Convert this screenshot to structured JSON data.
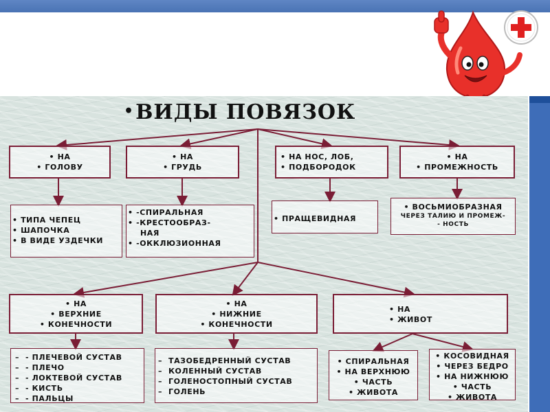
{
  "title": "ВИДЫ   ПОВЯЗОК",
  "logo": {
    "icon": "red-cross-icon",
    "cross_color": "#e02020",
    "drop_color": "#e8302a"
  },
  "top_categories": [
    {
      "lines": [
        "НА",
        "ГОЛОВУ"
      ]
    },
    {
      "lines": [
        "НА",
        "ГРУДЬ"
      ]
    },
    {
      "lines": [
        "НА НОС, ЛОБ,",
        "ПОДБОРОДОК"
      ]
    },
    {
      "lines": [
        "НА",
        "ПРОМЕЖНОСТЬ"
      ]
    }
  ],
  "top_details": [
    {
      "lines": [
        "ТИПА ЧЕПЕЦ",
        "ШАПОЧКА",
        "В ВИДЕ УЗДЕЧКИ"
      ]
    },
    {
      "lines": [
        "-СПИРАЛЬНАЯ",
        "-КРЕСТООБРАЗ-",
        "  НАЯ",
        "-ОККЛЮЗИОННАЯ"
      ]
    },
    {
      "lines": [
        "ПРАЩЕВИДНАЯ"
      ]
    },
    {
      "lines": [
        "ВОСЬМИОБРАЗНАЯ",
        "ЧЕРЕЗ ТАЛИЮ И ПРОМЕЖ-",
        "-  НОСТЬ"
      ]
    }
  ],
  "bottom_categories": [
    {
      "lines": [
        "НА",
        "ВЕРХНИЕ",
        "КОНЕЧНОСТИ"
      ]
    },
    {
      "lines": [
        "НА",
        "НИЖНИЕ",
        "КОНЕЧНОСТИ"
      ]
    },
    {
      "lines": [
        "НА",
        "ЖИВОТ"
      ]
    }
  ],
  "bottom_details": [
    {
      "lines": [
        "- ПЛЕЧЕВОЙ СУСТАВ",
        "- ПЛЕЧО",
        "- ЛОКТЕВОЙ СУСТАВ",
        "- КИСТЬ",
        "- ПАЛЬЦЫ"
      ]
    },
    {
      "lines": [
        "ТАЗОБЕДРЕННЫЙ СУСТАВ",
        "КОЛЕННЫЙ СУСТАВ",
        "ГОЛЕНОСТОПНЫЙ СУСТАВ",
        "ГОЛЕНЬ"
      ]
    },
    {
      "lines": [
        "СПИРАЛЬНАЯ",
        "НА ВЕРХНЮЮ",
        "ЧАСТЬ",
        "ЖИВОТА"
      ]
    },
    {
      "lines": [
        "КОСОВИДНАЯ",
        "ЧЕРЕЗ БЕДРО",
        "НА НИЖНЮЮ",
        "ЧАСТЬ",
        "ЖИВОТА"
      ]
    }
  ]
}
